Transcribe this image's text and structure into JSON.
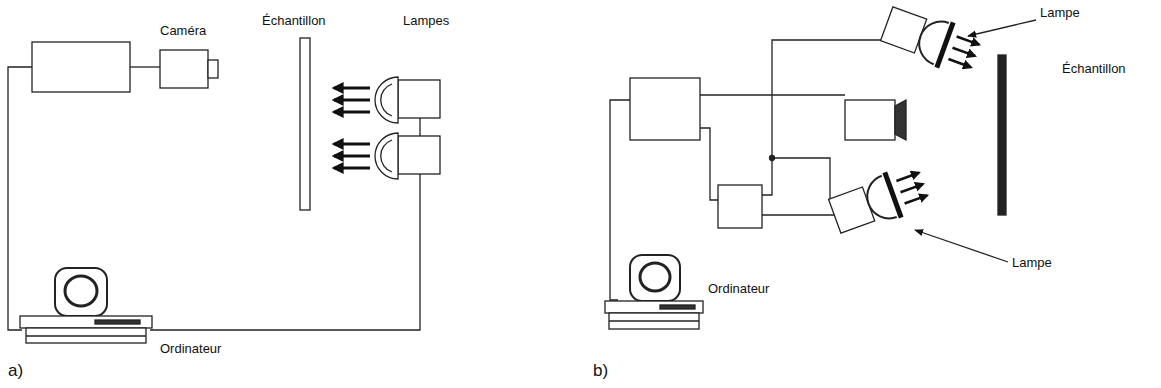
{
  "diagram": {
    "labels": [
      "Caméra",
      "Échantillon",
      "Lampes",
      "Ordinateur",
      "a)",
      "Lampe",
      "Échantillon",
      "Lampe",
      "Ordinateur",
      "b)"
    ]
  }
}
